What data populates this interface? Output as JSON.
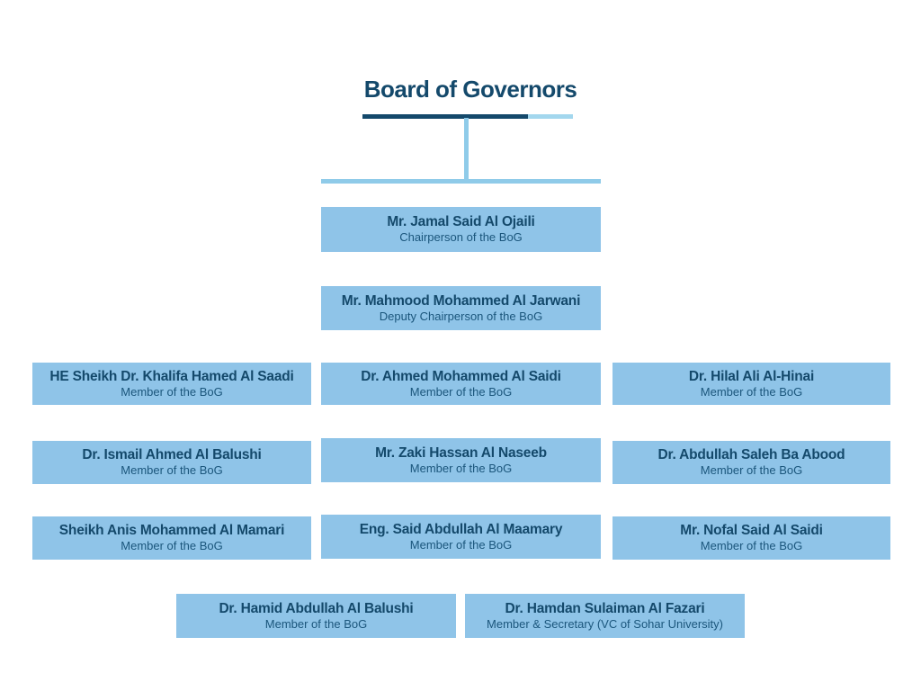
{
  "title": "Board of Governors",
  "colors": {
    "navy_text": "#14496b",
    "box_fill": "#8fc4e8",
    "connector_line": "#8fcbe9",
    "underline_light": "#a3d7ee"
  },
  "boxes": [
    {
      "name": "Mr. Jamal Said Al Ojaili",
      "role": "Chairperson of the BoG"
    },
    {
      "name": "Mr. Mahmood Mohammed Al Jarwani",
      "role": "Deputy Chairperson of the BoG"
    },
    {
      "name": "HE Sheikh Dr. Khalifa Hamed Al Saadi",
      "role": "Member of the BoG"
    },
    {
      "name": "Dr. Ahmed Mohammed Al Saidi",
      "role": "Member of the BoG"
    },
    {
      "name": "Dr. Hilal Ali Al-Hinai",
      "role": "Member of the BoG"
    },
    {
      "name": "Dr. Ismail Ahmed Al Balushi",
      "role": "Member of the BoG"
    },
    {
      "name": "Mr. Zaki Hassan Al Naseeb",
      "role": "Member of the BoG"
    },
    {
      "name": "Dr. Abdullah Saleh Ba Abood",
      "role": "Member of the BoG"
    },
    {
      "name": "Sheikh Anis Mohammed Al Mamari",
      "role": "Member of the BoG"
    },
    {
      "name": "Eng. Said Abdullah Al Maamary",
      "role": "Member of the BoG"
    },
    {
      "name": "Mr. Nofal Said Al Saidi",
      "role": "Member of the BoG"
    },
    {
      "name": "Dr. Hamid Abdullah Al Balushi",
      "role": "Member of the BoG"
    },
    {
      "name": "Dr. Hamdan Sulaiman Al Fazari",
      "role": "Member & Secretary (VC of Sohar University)"
    }
  ]
}
